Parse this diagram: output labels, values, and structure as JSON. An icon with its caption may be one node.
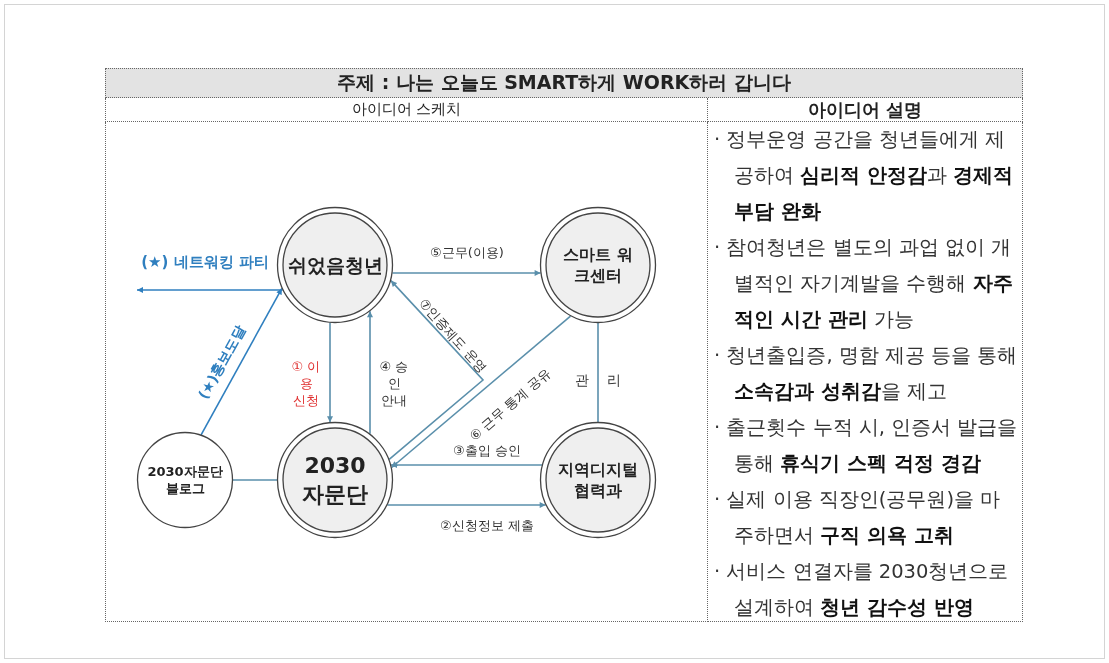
{
  "diagram": {
    "title": "주제 : 나는 오늘도 SMART하게 WORK하러 갑니다",
    "nodes": [
      {
        "text": [
          "쉬었음청년"
        ]
      },
      {
        "text": [
          "스마트 워크센터"
        ]
      },
      {
        "text": [
          "2030 자문단"
        ]
      },
      {
        "text": [
          "지역디지털 협력과"
        ]
      },
      {
        "text": [
          "2030자문단 블로그"
        ]
      }
    ],
    "edges": [
      {
        "from": 0,
        "to": null,
        "arrow": "to",
        "label": "(★) 네트워킹 파티",
        "color": "#2f7fbf"
      },
      {
        "from": 4,
        "to": 0,
        "arrow": "to",
        "label": "(★)홍보도달",
        "color": "#2f7fbf"
      },
      {
        "from": 4,
        "to": 2,
        "arrow": "none"
      },
      {
        "from": 0,
        "to": 2,
        "arrow": "to",
        "label": "① 이용 신청"
      },
      {
        "from": 2,
        "to": 0,
        "arrow": "to",
        "label": "④ 승인 안내"
      },
      {
        "from": 0,
        "to": 1,
        "arrow": "to",
        "label": "⑤근무(이용)"
      },
      {
        "from": 1,
        "to": 2,
        "arrow": "to",
        "label": "⑥ 근무 통계 공유"
      },
      {
        "from": 2,
        "to": 0,
        "arrow": "to",
        "label": "⑦인증제도 운영"
      },
      {
        "from": 1,
        "to": 3,
        "arrow": "none",
        "label": "관 리"
      },
      {
        "from": 3,
        "to": 2,
        "arrow": "to",
        "label": "③출입 승인"
      },
      {
        "from": 2,
        "to": 3,
        "arrow": "to",
        "label": "②신청정보 제출"
      }
    ],
    "labels": [
      "아이디어 스케치",
      "아이디어 설명",
      "· 정부운영 공간을 청년들에게 제공하여 **심리적 안정감**과 **경제적 부담 완화**",
      "· 참여청년은 별도의 과업 없이 개별적인 자기계발을 수행해 **자주적인 시간 관리** 가능",
      "· 청년출입증, 명함 제공 등을 통해 **소속감과 성취감**을 제고",
      "· 출근횟수 누적 시, 인증서 발급을 통해 **휴식기 스펙 걱정 경감**",
      "· 실제 이용 직장인(공무원)을 마주하면서 **구직 의욕 고취**",
      "· 서비스 연결자를 2030청년으로 설계하여 **청년 감수성 반영**"
    ]
  }
}
